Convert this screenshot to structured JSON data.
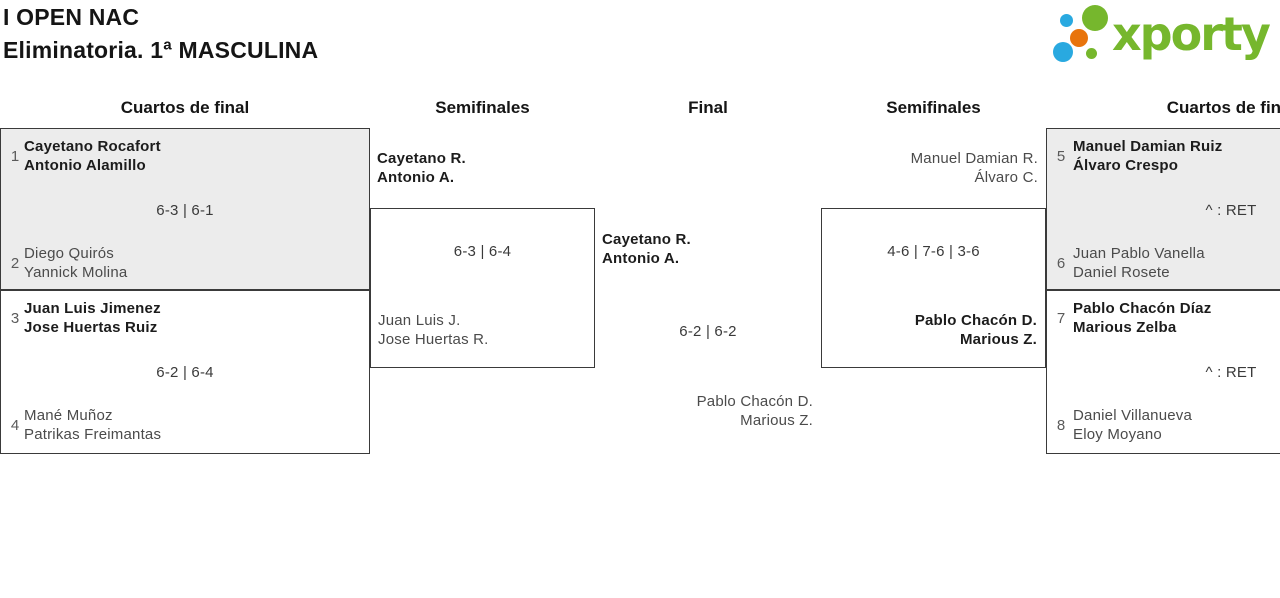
{
  "header": {
    "title_line1": "I OPEN NAC",
    "title_line2": "Eliminatoria. 1ª MASCULINA",
    "logo_text": "xporty"
  },
  "columns": {
    "qf_left": "Cuartos de final",
    "sf_left": "Semifinales",
    "final": "Final",
    "sf_right": "Semifinales",
    "qf_right": "Cuartos de final"
  },
  "bracket": {
    "qf_left": [
      {
        "team1": {
          "seed": "1",
          "players": [
            "Cayetano Rocafort",
            "Antonio Alamillo"
          ],
          "winner": true
        },
        "score": "6-3 | 6-1",
        "team2": {
          "seed": "2",
          "players": [
            "Diego Quirós",
            "Yannick Molina"
          ],
          "winner": false
        }
      },
      {
        "team1": {
          "seed": "3",
          "players": [
            "Juan Luis Jimenez",
            "Jose Huertas Ruiz"
          ],
          "winner": true
        },
        "score": "6-2 | 6-4",
        "team2": {
          "seed": "4",
          "players": [
            "Mané Muñoz",
            "Patrikas Freimantas"
          ],
          "winner": false
        }
      }
    ],
    "sf_left": {
      "team1": {
        "players": [
          "Cayetano R.",
          "Antonio A."
        ],
        "winner": true
      },
      "score": "6-3 | 6-4",
      "team2": {
        "players": [
          "Juan Luis J.",
          "Jose Huertas R."
        ],
        "winner": false
      }
    },
    "final": {
      "team1": {
        "players": [
          "Cayetano R.",
          "Antonio A."
        ],
        "winner": true
      },
      "score": "6-2 | 6-2",
      "team2": {
        "players": [
          "Pablo Chacón D.",
          "Marious Z."
        ],
        "winner": false
      }
    },
    "sf_right": {
      "team1": {
        "players": [
          "Manuel Damian R.",
          "Álvaro C."
        ],
        "winner": false
      },
      "score": "4-6 | 7-6 | 3-6",
      "team2": {
        "players": [
          "Pablo Chacón D.",
          "Marious Z."
        ],
        "winner": true
      }
    },
    "qf_right": [
      {
        "team1": {
          "seed": "5",
          "players": [
            "Manuel Damian Ruiz",
            "Álvaro Crespo"
          ],
          "winner": true
        },
        "score": "^ : RET",
        "team2": {
          "seed": "6",
          "players": [
            "Juan Pablo Vanella",
            "Daniel Rosete"
          ],
          "winner": false
        }
      },
      {
        "team1": {
          "seed": "7",
          "players": [
            "Pablo Chacón Díaz",
            "Marious Zelba"
          ],
          "winner": true
        },
        "score": "^ : RET",
        "team2": {
          "seed": "8",
          "players": [
            "Daniel Villanueva",
            "Eloy Moyano"
          ],
          "winner": false
        }
      }
    ]
  },
  "colors": {
    "logo_green": "#76b72d",
    "logo_blue": "#29a9e0",
    "logo_orange": "#e8740c",
    "box_shaded_bg": "#ececec",
    "box_border": "#3a3a3a",
    "winner_text": "#1c1c1c",
    "loser_text": "#4b4b4b"
  }
}
